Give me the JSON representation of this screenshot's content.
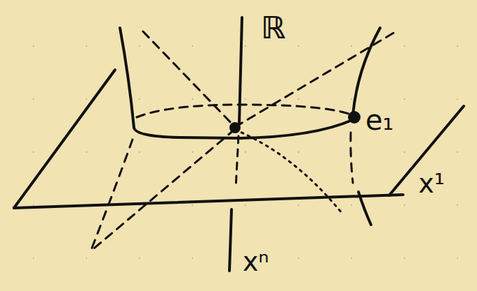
{
  "diagram": {
    "labels": [
      "ℝ",
      "e₁",
      "x¹",
      "xⁿ"
    ]
  }
}
